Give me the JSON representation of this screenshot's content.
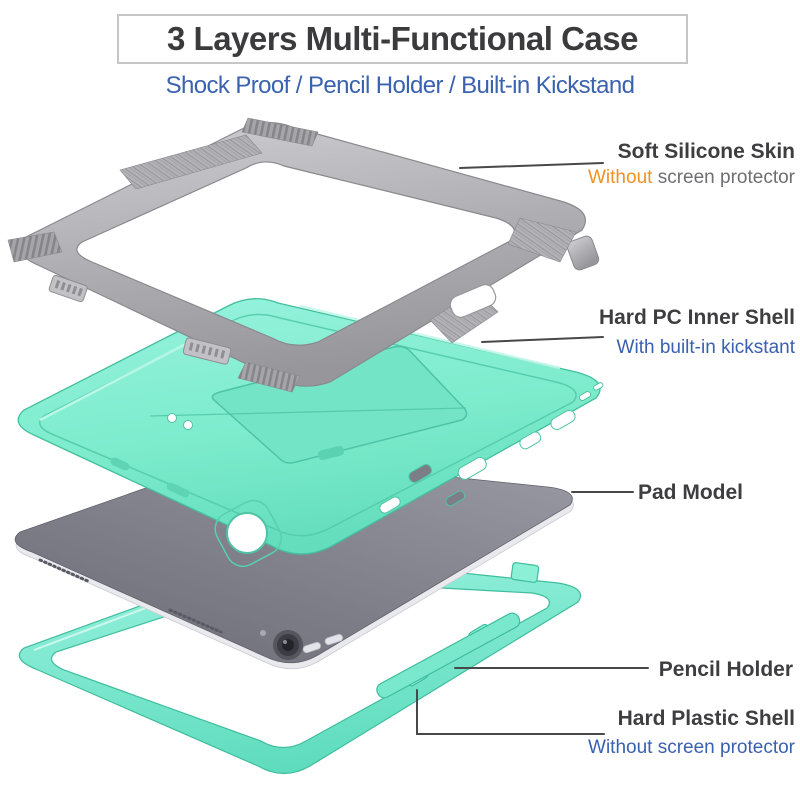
{
  "header": {
    "title": "3 Layers Multi-Functional Case",
    "subtitle": "Shock Proof / Pencil Holder / Built-in Kickstand"
  },
  "callouts": {
    "soft_silicone": {
      "label": "Soft Silicone Skin",
      "sub_highlight": "Without",
      "sub_rest": " screen protector"
    },
    "hard_pc": {
      "label": "Hard PC Inner Shell",
      "sub": "With built-in kickstant"
    },
    "pad_model": {
      "label": "Pad Model"
    },
    "pencil_holder": {
      "label": "Pencil Holder"
    },
    "hard_plastic": {
      "label": "Hard Plastic Shell",
      "sub": "Without screen protector"
    }
  },
  "product": {
    "layers": [
      {
        "name": "soft-silicone-skin-frame",
        "color": "#a9a9ad"
      },
      {
        "name": "hard-pc-inner-shell",
        "color": "#7deccd"
      },
      {
        "name": "tablet",
        "color": "#83838d"
      },
      {
        "name": "hard-plastic-shell-frame",
        "color": "#7debd1"
      }
    ]
  },
  "colors": {
    "accent_blue": "#3a62ae",
    "accent_orange": "#ee9224",
    "label_dark": "#3e3e40",
    "sub_gray": "#6f6f72",
    "callout_line": "#48484a",
    "title_border": "#c6c6c6"
  }
}
